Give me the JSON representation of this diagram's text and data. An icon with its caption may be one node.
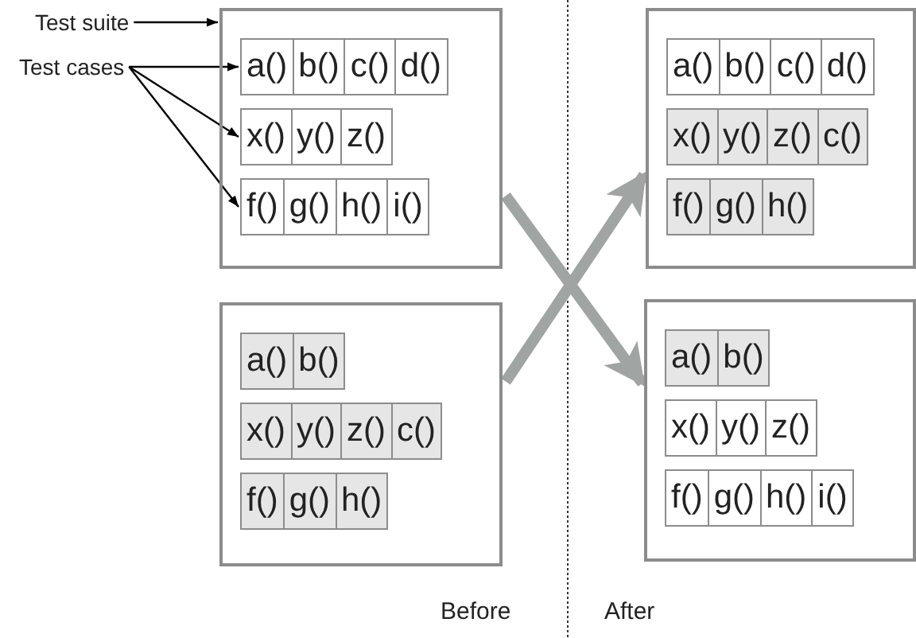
{
  "diagram": {
    "nodes": [
      {
        "text": [
          "Test suite"
        ]
      },
      {
        "text": [
          "Test cases"
        ]
      },
      {
        "text": [],
        "shape": "box"
      },
      {
        "text": [],
        "shape": "box",
        "in": 2
      },
      {
        "text": [
          "a()"
        ],
        "in": 3
      },
      {
        "text": [
          "b()"
        ],
        "in": 3
      },
      {
        "text": [
          "c()"
        ],
        "in": 3
      },
      {
        "text": [
          "d()"
        ],
        "in": 3
      },
      {
        "text": [],
        "shape": "box",
        "in": 2
      },
      {
        "text": [
          "x()"
        ],
        "in": 8
      },
      {
        "text": [
          "y()"
        ],
        "in": 8
      },
      {
        "text": [
          "z()"
        ],
        "in": 8
      },
      {
        "text": [],
        "shape": "box",
        "in": 2
      },
      {
        "text": [
          "f()"
        ],
        "in": 12
      },
      {
        "text": [
          "g()"
        ],
        "in": 12
      },
      {
        "text": [
          "h()"
        ],
        "in": 12
      },
      {
        "text": [
          "i()"
        ],
        "in": 12
      },
      {
        "text": [],
        "shape": "box"
      },
      {
        "text": [],
        "shape": "box",
        "in": 17
      },
      {
        "text": [
          "a()"
        ],
        "in": 18
      },
      {
        "text": [
          "b()"
        ],
        "in": 18
      },
      {
        "text": [
          "c()"
        ],
        "in": 18
      },
      {
        "text": [
          "d()"
        ],
        "in": 18
      },
      {
        "text": [],
        "shape": "box",
        "in": 17
      },
      {
        "text": [
          "x()"
        ],
        "in": 23
      },
      {
        "text": [
          "y()"
        ],
        "in": 23
      },
      {
        "text": [
          "z()"
        ],
        "in": 23
      },
      {
        "text": [
          "c()"
        ],
        "in": 23
      },
      {
        "text": [],
        "shape": "box",
        "in": 17
      },
      {
        "text": [
          "f()"
        ],
        "in": 28
      },
      {
        "text": [
          "g()"
        ],
        "in": 28
      },
      {
        "text": [
          "h()"
        ],
        "in": 28
      },
      {
        "text": [],
        "shape": "box"
      },
      {
        "text": [],
        "shape": "box",
        "in": 32
      },
      {
        "text": [
          "a()"
        ],
        "in": 33
      },
      {
        "text": [
          "b()"
        ],
        "in": 33
      },
      {
        "text": [],
        "shape": "box",
        "in": 32
      },
      {
        "text": [
          "x()"
        ],
        "in": 36
      },
      {
        "text": [
          "y()"
        ],
        "in": 36
      },
      {
        "text": [
          "z()"
        ],
        "in": 36
      },
      {
        "text": [
          "c()"
        ],
        "in": 36
      },
      {
        "text": [],
        "shape": "box",
        "in": 32
      },
      {
        "text": [
          "f()"
        ],
        "in": 41
      },
      {
        "text": [
          "g()"
        ],
        "in": 41
      },
      {
        "text": [
          "h()"
        ],
        "in": 41
      },
      {
        "text": [],
        "shape": "box"
      },
      {
        "text": [],
        "shape": "box",
        "in": 45
      },
      {
        "text": [
          "a()"
        ],
        "in": 46
      },
      {
        "text": [
          "b()"
        ],
        "in": 46
      },
      {
        "text": [],
        "shape": "box",
        "in": 45
      },
      {
        "text": [
          "x()"
        ],
        "in": 49
      },
      {
        "text": [
          "y()"
        ],
        "in": 49
      },
      {
        "text": [
          "z()"
        ],
        "in": 49
      },
      {
        "text": [],
        "shape": "box",
        "in": 45
      },
      {
        "text": [
          "f()"
        ],
        "in": 53
      },
      {
        "text": [
          "g()"
        ],
        "in": 53
      },
      {
        "text": [
          "h()"
        ],
        "in": 53
      },
      {
        "text": [
          "i()"
        ],
        "in": 53
      }
    ],
    "edges": [
      {
        "from": 0,
        "to": 2,
        "arrow": "to"
      },
      {
        "from": 1,
        "to": 3,
        "arrow": "to"
      },
      {
        "from": 1,
        "to": 8,
        "arrow": "to"
      },
      {
        "from": 1,
        "to": 12,
        "arrow": "to"
      },
      {
        "from": 2,
        "to": 45,
        "arrow": "to",
        "style": "thick",
        "color": "#a0a4a3"
      },
      {
        "from": 32,
        "to": 17,
        "arrow": "to",
        "style": "thick",
        "color": "#a0a4a3"
      }
    ],
    "labels": [
      "Before",
      "After"
    ]
  }
}
